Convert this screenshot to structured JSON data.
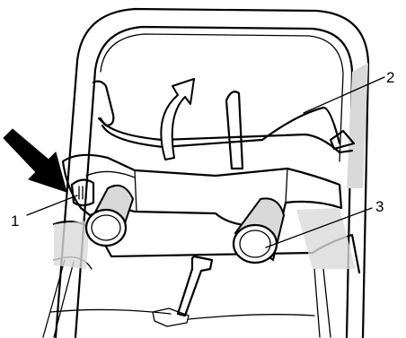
{
  "callouts": {
    "one": "1",
    "two": "2",
    "three": "3"
  },
  "colors": {
    "line": "#000000",
    "body_fill": "#ffffff",
    "shadow_fill": "#d9d9d9",
    "arrow_fill": "#000000"
  },
  "icons": {
    "push_arrow": "black-push-arrow-icon",
    "fold_arrow": "curved-fold-arrow-icon"
  }
}
